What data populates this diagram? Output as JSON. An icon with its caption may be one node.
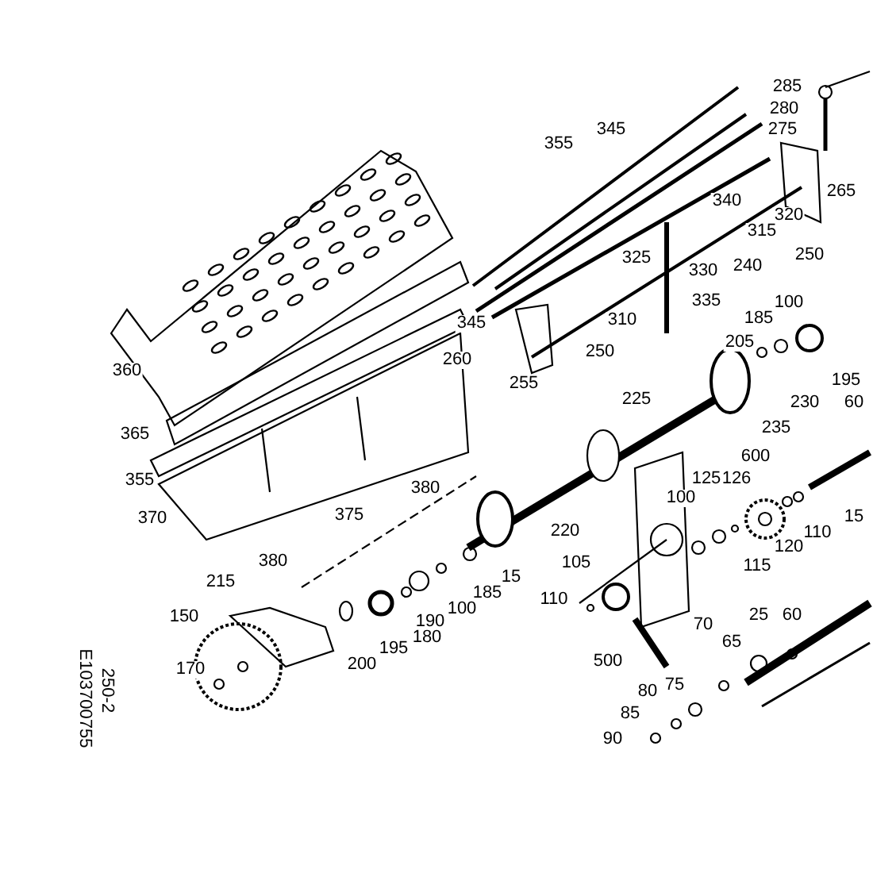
{
  "diagram": {
    "labels": [
      "285",
      "280",
      "275",
      "345",
      "355",
      "265",
      "340",
      "320",
      "315",
      "325",
      "240",
      "250",
      "330",
      "360",
      "335",
      "100",
      "185",
      "345",
      "310",
      "205",
      "250",
      "195",
      "260",
      "255",
      "225",
      "230",
      "60",
      "235",
      "365",
      "600",
      "380",
      "126",
      "125",
      "355",
      "100",
      "15",
      "375",
      "370",
      "110",
      "220",
      "120",
      "380",
      "105",
      "115",
      "15",
      "215",
      "185",
      "110",
      "100",
      "190",
      "150",
      "180",
      "25",
      "60",
      "70",
      "65",
      "195",
      "500",
      "200",
      "170",
      "75",
      "80",
      "85",
      "90",
      "250-2",
      "E103700755"
    ]
  }
}
